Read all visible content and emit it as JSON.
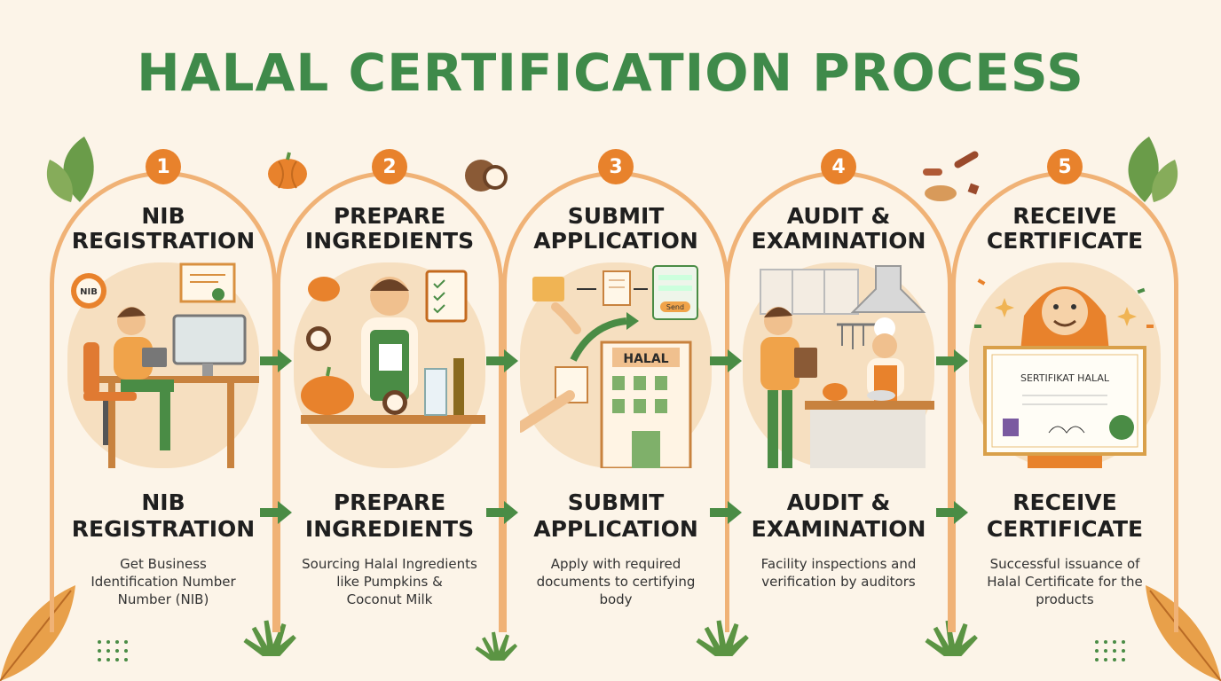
{
  "title": "HALAL CERTIFICATION PROCESS",
  "colors": {
    "title": "#3f8a4a",
    "accent": "#e8822c",
    "arch": "#f0b276",
    "arrow": "#4a8c45",
    "leaf": "#5b9443"
  },
  "steps": [
    {
      "number": "1",
      "heading": "NIB\nREGISTRATION",
      "heading_repeat": "NIB\nREGISTRATION",
      "description": "Get Business\nIdentification Number\nNumber (NIB)",
      "gear_label": "NIB"
    },
    {
      "number": "2",
      "heading": "PREPARE\nINGREDIENTS",
      "heading_repeat": "PREPARE\nINGREDIENTS",
      "description": "Sourcing Halal Ingredients\nlike Pumpkins &\nCoconut Milk"
    },
    {
      "number": "3",
      "heading": "SUBMIT\nAPPLICATION",
      "heading_repeat": "SUBMIT\nAPPLICATION",
      "description": "Apply with required\ndocuments to certifying\nbody",
      "building_sign": "HALAL",
      "send_label": "Send"
    },
    {
      "number": "4",
      "heading": "AUDIT &\nEXAMINATION",
      "heading_repeat": "AUDIT &\nEXAMINATION",
      "description": "Facility inspections and\nverification by auditors"
    },
    {
      "number": "5",
      "heading": "RECEIVE\nCERTIFICATE",
      "heading_repeat": "RECEIVE\nCERTIFICATE",
      "description": "Successful issuance of\nHalal Certificate for the\nproducts",
      "certificate_text": "SERTIFIKAT HALAL"
    }
  ]
}
